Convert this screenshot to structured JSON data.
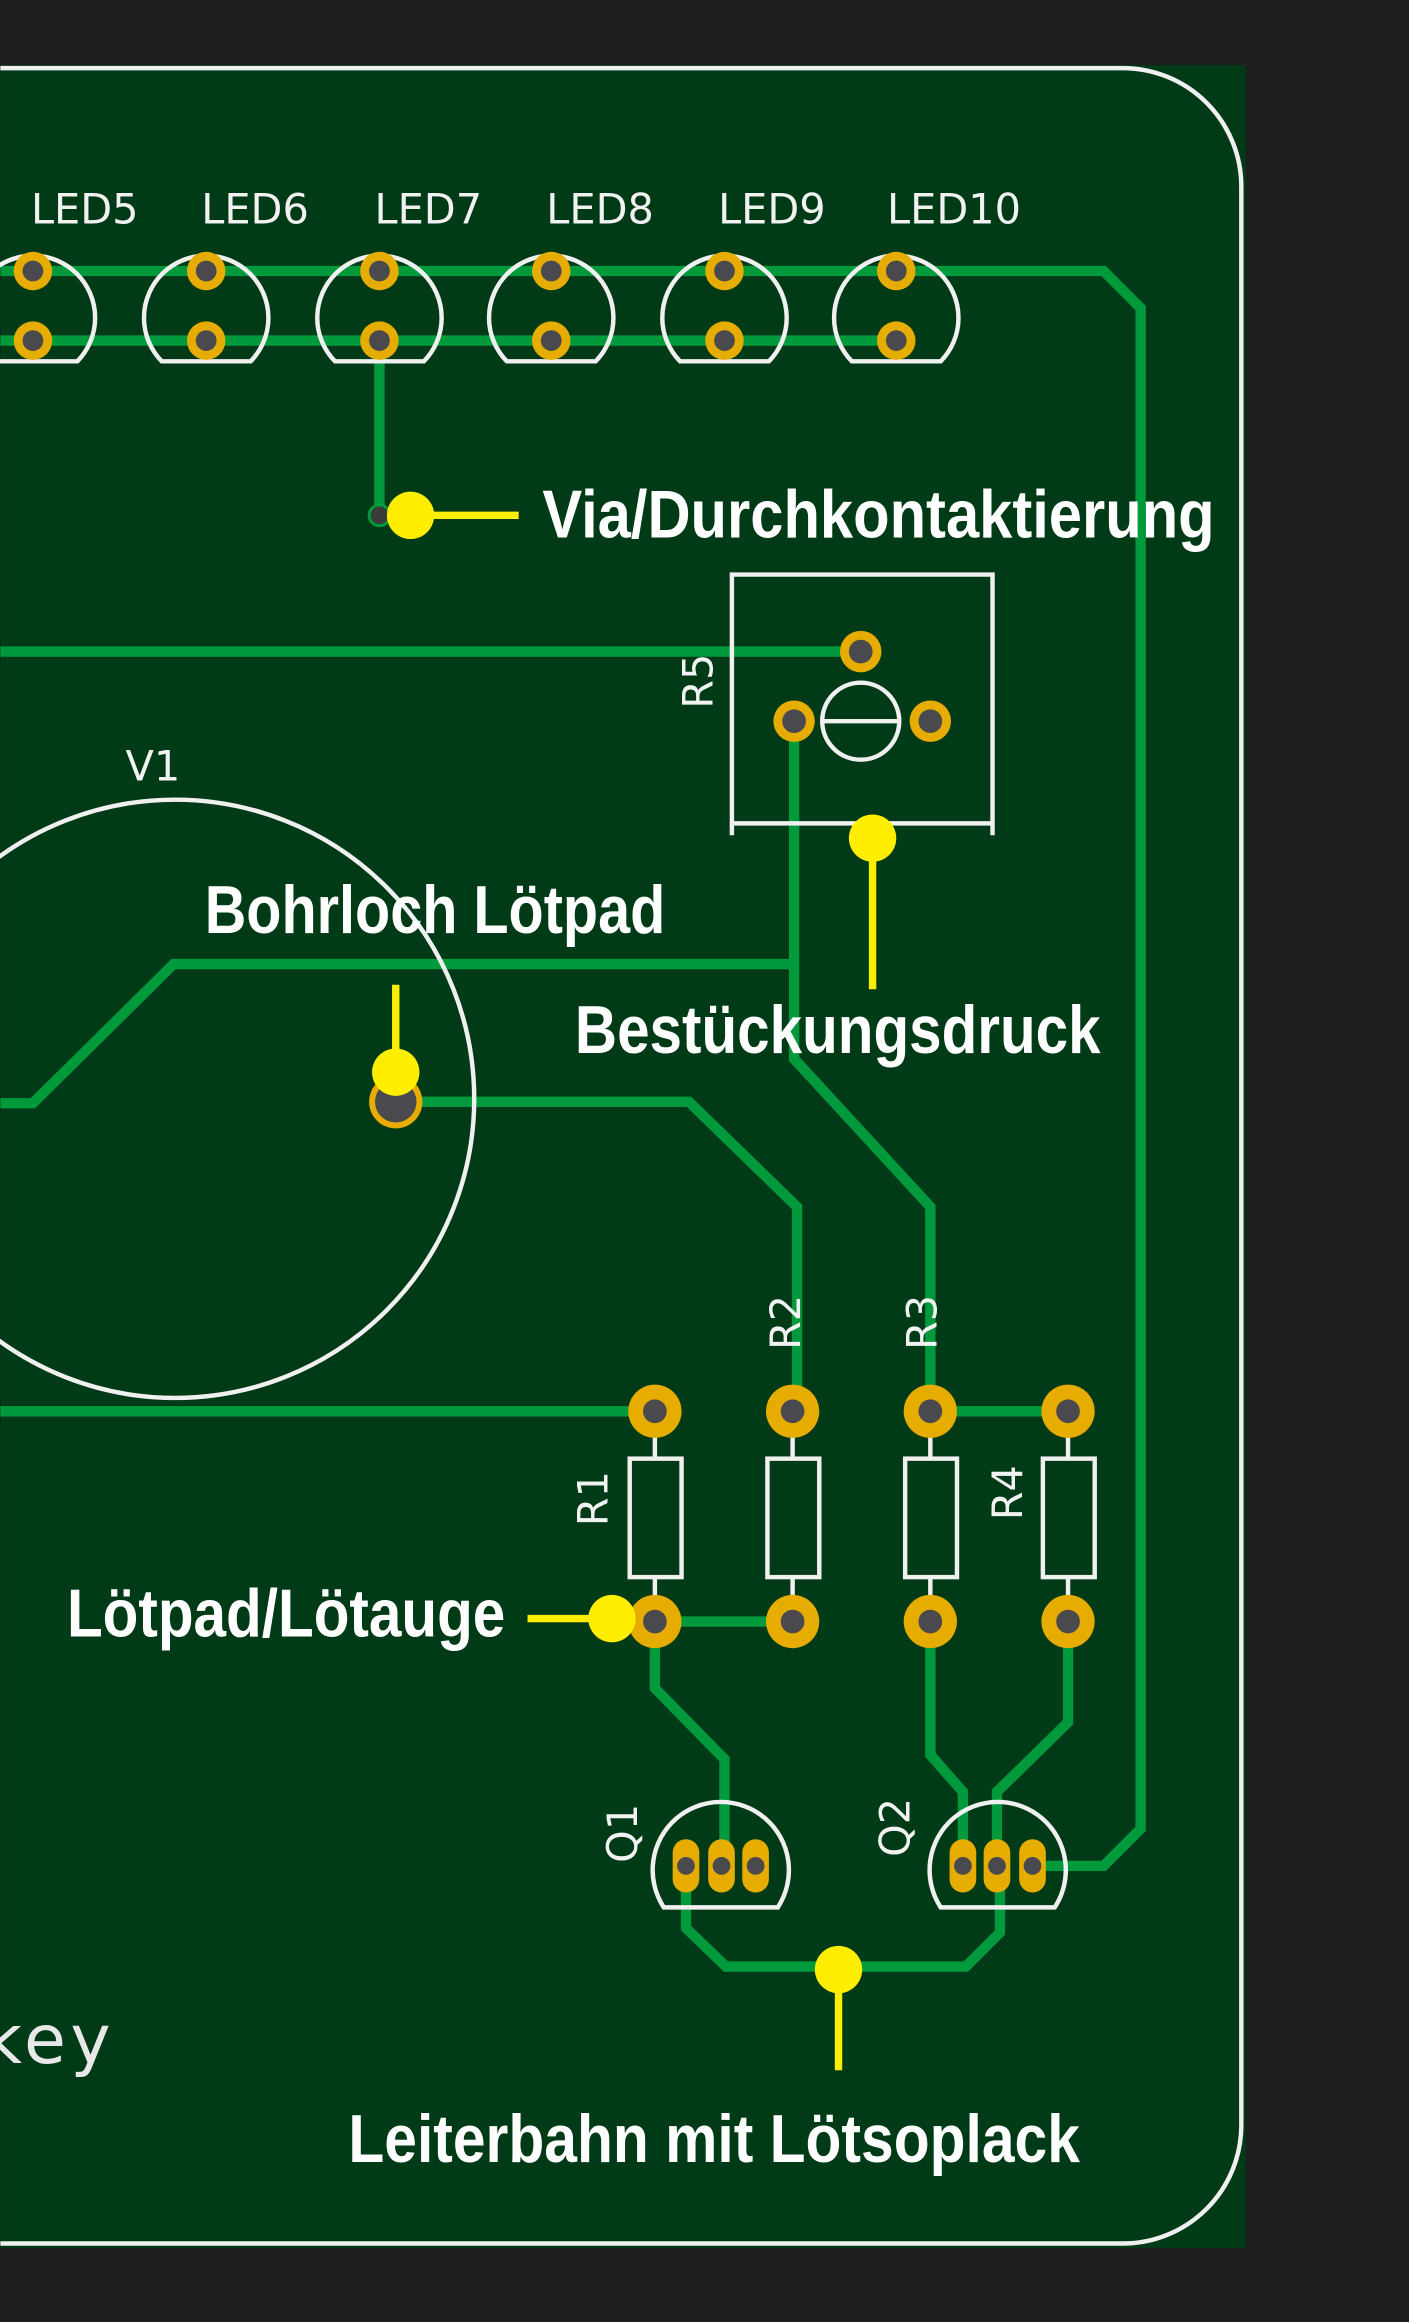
{
  "colors": {
    "background": "#1f1e1e",
    "board": "#003a16",
    "trace": "#009a3c",
    "pad": "#e6ac00",
    "drill": "#4a4a4e",
    "silkscreen": "#f0f0f0",
    "callout": "#ffee00"
  },
  "silkscreen": {
    "leds": [
      "LED5",
      "LED6",
      "LED7",
      "LED8",
      "LED9",
      "LED10"
    ],
    "v1": "V1",
    "r1": "R1",
    "r2": "R2",
    "r3": "R3",
    "r4": "R4",
    "r5": "R5",
    "q1": "Q1",
    "q2": "Q2",
    "board_text_fragment": "key"
  },
  "callouts": {
    "via": "Via/Durchkontaktierung",
    "drill_pad": "Bohrloch Lötpad",
    "silkscreen": "Bestückungsdruck",
    "pad": "Lötpad/Lötauge",
    "trace": "Leiterbahn mit Lötsoplack"
  }
}
